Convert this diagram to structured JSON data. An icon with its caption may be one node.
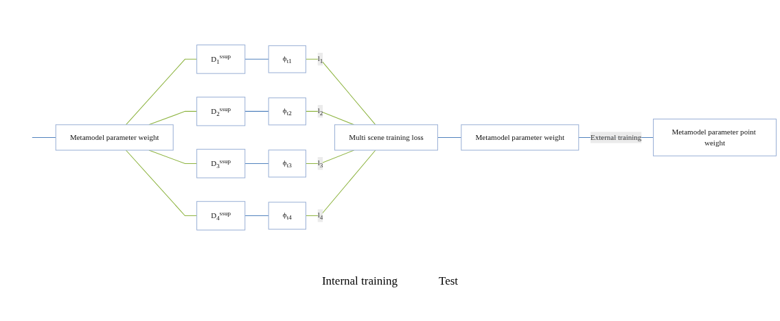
{
  "diagram": {
    "nodes": [
      {
        "text": [
          "Metamodel parameter weight"
        ]
      },
      {
        "text": [
          "D$_{1}$$^{ssup}$"
        ]
      },
      {
        "text": [
          "ϕ$_{t1}$"
        ]
      },
      {
        "text": [
          "D$_{2}$$^{ssup}$"
        ]
      },
      {
        "text": [
          "ϕ$_{t2}$"
        ]
      },
      {
        "text": [
          "D$_{3}$$^{ssup}$"
        ]
      },
      {
        "text": [
          "ϕ$_{t3}$"
        ]
      },
      {
        "text": [
          "D$_{4}$$^{ssup}$"
        ]
      },
      {
        "text": [
          "ϕ$_{t4}$"
        ]
      },
      {
        "text": [
          "Multi scene training loss"
        ]
      },
      {
        "text": [
          "Metamodel parameter weight"
        ]
      },
      {
        "text": [
          "Metamodel parameter point weight"
        ]
      }
    ],
    "edges": [
      {
        "from": null,
        "to": 0,
        "arrow": "none",
        "color": "#4f81bd"
      },
      {
        "from": 0,
        "to": 1,
        "arrow": "none"
      },
      {
        "from": 0,
        "to": 3,
        "arrow": "none"
      },
      {
        "from": 0,
        "to": 5,
        "arrow": "none"
      },
      {
        "from": 0,
        "to": 7,
        "arrow": "none"
      },
      {
        "from": 1,
        "to": 2,
        "arrow": "none",
        "color": "#4f81bd"
      },
      {
        "from": 3,
        "to": 4,
        "arrow": "none",
        "color": "#4f81bd"
      },
      {
        "from": 5,
        "to": 6,
        "arrow": "none",
        "color": "#4f81bd"
      },
      {
        "from": 7,
        "to": 8,
        "arrow": "none",
        "color": "#4f81bd"
      },
      {
        "from": 2,
        "to": 9,
        "arrow": "none",
        "label": "l$_{1}$"
      },
      {
        "from": 4,
        "to": 9,
        "arrow": "none",
        "label": "l$_{2}$"
      },
      {
        "from": 6,
        "to": 9,
        "arrow": "none",
        "label": "l$_{3}$"
      },
      {
        "from": 8,
        "to": 9,
        "arrow": "none",
        "label": "l$_{4}$"
      },
      {
        "from": 9,
        "to": 10,
        "arrow": "none",
        "color": "#4f81bd"
      },
      {
        "from": 10,
        "to": 11,
        "arrow": "none",
        "label": "External training",
        "color": "#4f81bd"
      }
    ],
    "labels": [
      "Internal training",
      "Test"
    ]
  }
}
